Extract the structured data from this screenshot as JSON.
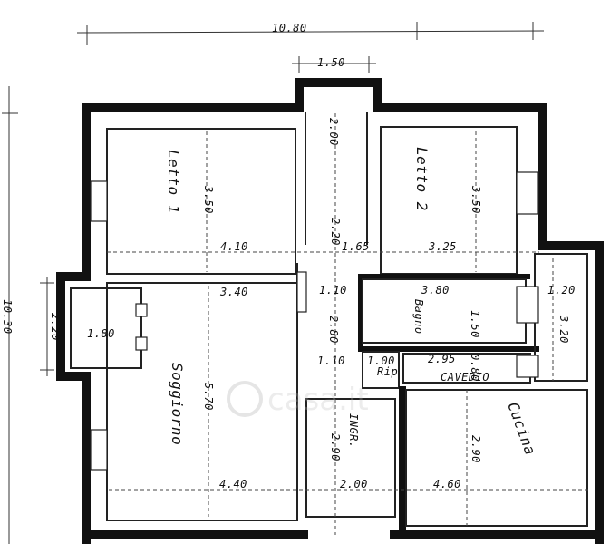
{
  "dimensions": {
    "total_width": "10.80",
    "total_height": "10.30",
    "corridor_top_width": "1.50",
    "corridor_top_depth": "2.00",
    "corridor_mid": "2.20",
    "letto1_height": "3.50",
    "letto1_width": "4.10",
    "letto2_height": "3.50",
    "letto2_width": "3.25",
    "hall_width": "1.65",
    "soggiorno_top": "3.40",
    "corridor_width_a": "1.10",
    "bagno_width": "3.80",
    "bagno_height": "1.50",
    "right_width": "1.20",
    "right_height": "3.20",
    "bay_depth": "2.20",
    "bay_width": "1.80",
    "corridor_len": "2.80",
    "corridor_width_b": "1.10",
    "rip_width": "1.00",
    "cavedio_width": "2.95",
    "cavedio_depth": "0.80",
    "soggiorno_height": "5.70",
    "ingr_height": "2.90",
    "cucina_height": "2.90",
    "soggiorno_width": "4.40",
    "ingr_width": "2.00",
    "cucina_width": "4.60"
  },
  "rooms": {
    "letto1": "Letto 1",
    "letto2": "Letto 2",
    "bagno": "Bagno",
    "rip": "Rip",
    "cavedio": "CAVEDIO",
    "soggiorno": "Soggiorno",
    "ingr": "INGR.",
    "cucina": "Cucina"
  }
}
